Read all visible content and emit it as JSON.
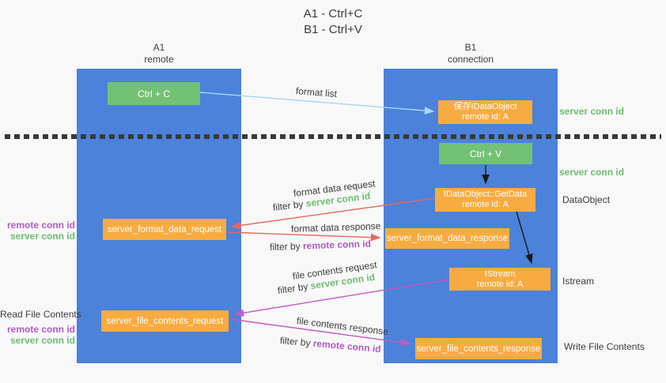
{
  "page": {
    "title_line1": "A1 - Ctrl+C",
    "title_line2": "B1 - Ctrl+V"
  },
  "lifelines": {
    "left": {
      "name": "A1",
      "role": "remote"
    },
    "right": {
      "name": "B1",
      "role": "connection"
    }
  },
  "nodes": {
    "ctrl_c": "Ctrl + C",
    "ctrl_v": "Ctrl + V",
    "save_dataobject_line1": "保存IDataObject",
    "save_dataobject_line2": "remote id: A",
    "getdata_line1": "IDataObject::GetData",
    "getdata_line2": "remote id: A",
    "istream_line1": "IStream",
    "istream_line2": "remote id: A",
    "format_request": "server_format_data_request",
    "format_response": "server_format_data_response",
    "file_request": "server_file_contents_request",
    "file_response": "server_file_contents_response"
  },
  "annotations": {
    "server_conn_id": "server conn id",
    "remote_conn_id": "remote conn id",
    "dataobject": "DataObject",
    "istream": "Istream",
    "read_file": "Read File Contents",
    "write_file": "Write File Contents"
  },
  "messages": {
    "format_list": "format list",
    "format_data_request": "format data request",
    "format_data_response": "format data response",
    "file_contents_request": "file contents request",
    "file_contents_response": "file contents response",
    "filter_by": "filter by "
  },
  "colors": {
    "lifeline_blue": "#4c82d9",
    "node_green": "#73c175",
    "node_orange": "#f8ab41",
    "arrow_red": "#e8695e",
    "arrow_magenta": "#c45ac5",
    "arrow_lightblue": "#a6d7f3",
    "arrow_black": "#1a1a1a",
    "text_green": "#6cbd70",
    "text_purple": "#b05ac6",
    "text_dark": "#3c3c3c"
  }
}
